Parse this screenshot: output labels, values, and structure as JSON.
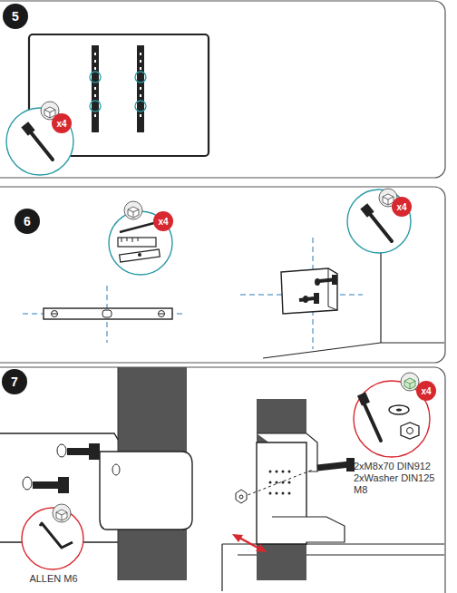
{
  "diagram": {
    "nodes": [
      {
        "text": [
          "5"
        ]
      },
      {
        "text": [
          "x4"
        ]
      },
      {
        "text": [
          "6"
        ]
      },
      {
        "text": [
          "x4"
        ]
      },
      {
        "text": [
          "x4"
        ]
      },
      {
        "text": [
          "7"
        ]
      },
      {
        "text": [
          "x4"
        ]
      }
    ],
    "labels": [
      "2xM8x70 DIN912 2xWasher DIN125 M8",
      "ALLEN M6"
    ]
  }
}
